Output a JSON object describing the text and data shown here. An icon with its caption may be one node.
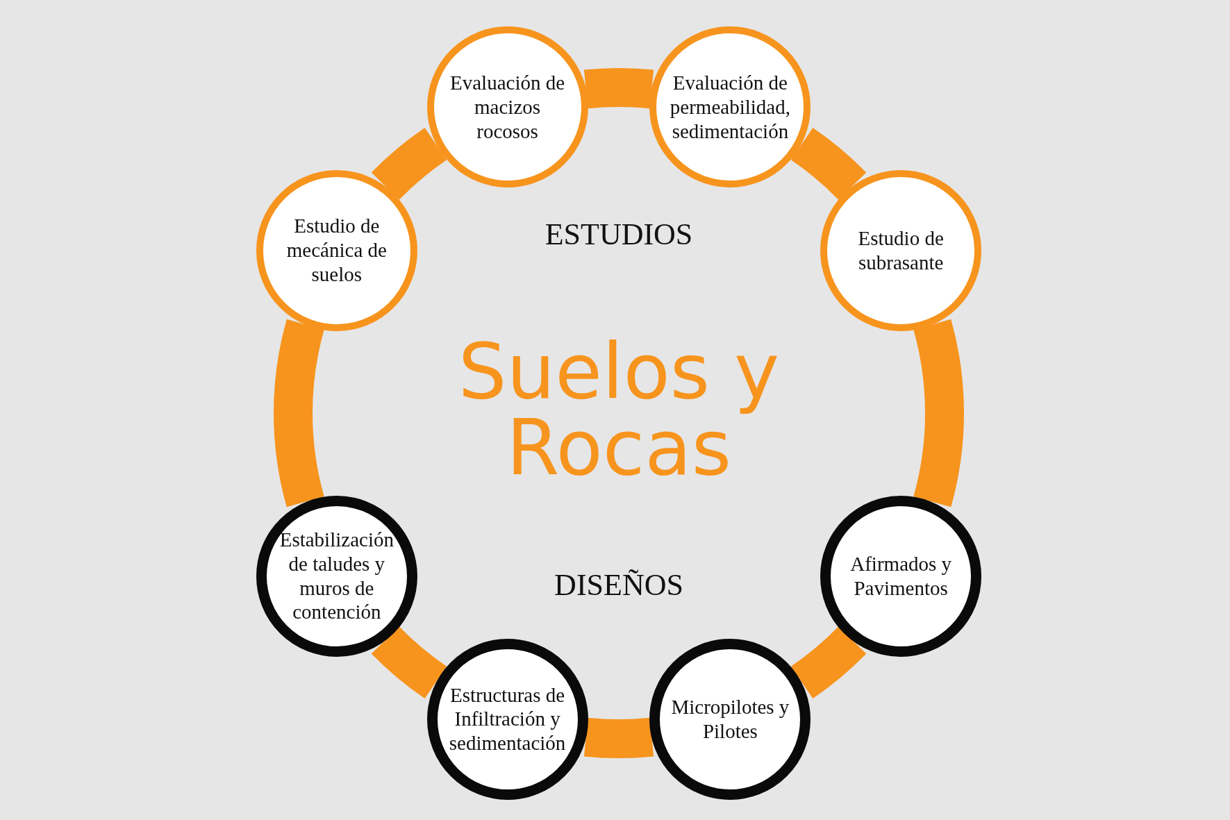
{
  "diagram": {
    "title": "Suelos y Rocas",
    "nodes": [
      {
        "text": [
          "Evaluación de macizos rocosos"
        ]
      },
      {
        "text": [
          "Evaluación de permeabilidad, sedimentación"
        ]
      },
      {
        "text": [
          "Estudio de mecánica de suelos"
        ]
      },
      {
        "text": [
          "Estudio de subrasante"
        ]
      },
      {
        "text": [
          "Estabilización de taludes y muros de contención"
        ]
      },
      {
        "text": [
          "Afirmados y Pavimentos"
        ]
      },
      {
        "text": [
          "Estructuras de Infiltración y sedimentación"
        ]
      },
      {
        "text": [
          "Micropilotes y Pilotes"
        ]
      }
    ],
    "edges": [
      {
        "from": 0,
        "to": 1,
        "arrow": "none"
      },
      {
        "from": 1,
        "to": 3,
        "arrow": "none"
      },
      {
        "from": 3,
        "to": 5,
        "arrow": "none"
      },
      {
        "from": 5,
        "to": 7,
        "arrow": "none"
      },
      {
        "from": 7,
        "to": 6,
        "arrow": "none"
      },
      {
        "from": 6,
        "to": 4,
        "arrow": "none"
      },
      {
        "from": 4,
        "to": 2,
        "arrow": "none"
      },
      {
        "from": 2,
        "to": 0,
        "arrow": "none"
      }
    ],
    "labels": [
      "ESTUDIOS",
      "DISEÑOS"
    ]
  }
}
